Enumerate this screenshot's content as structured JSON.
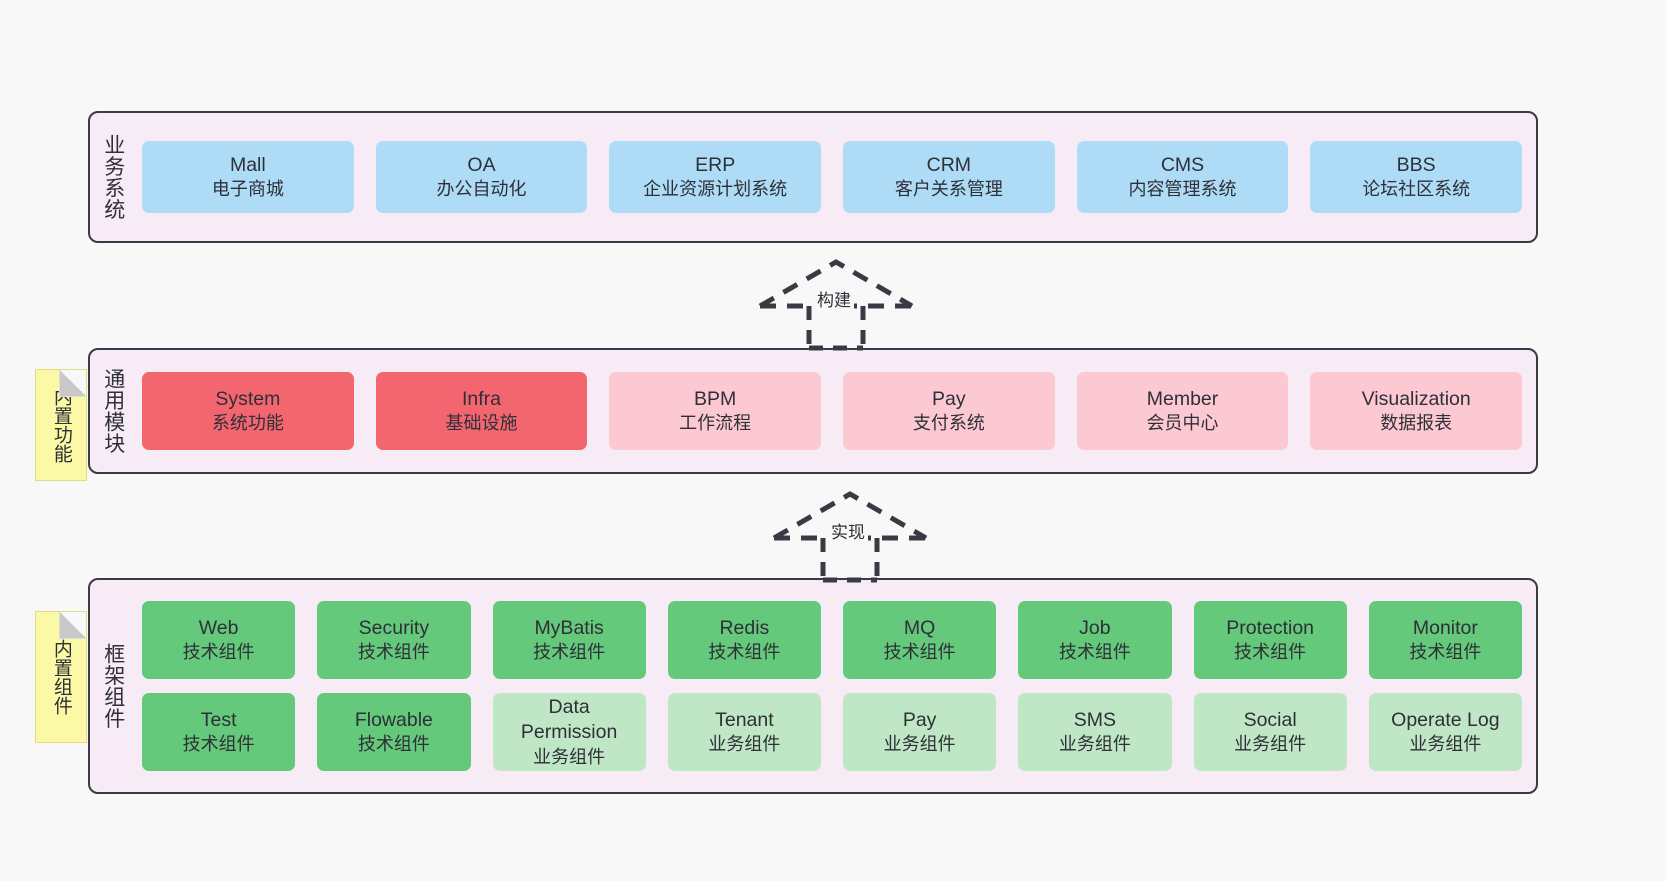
{
  "diagram": {
    "title": "",
    "colors": {
      "canvas_background": "#f8f8f8",
      "panel_background": "#f7ecf6",
      "panel_border": "#3a3a44",
      "business_cell": "#aedcf7",
      "module_core_cell": "#f4666f",
      "module_cell": "#fcc9d2",
      "framework_tech_cell": "#64c97b",
      "framework_biz_cell": "#bfe7c6",
      "sticky_note": "#fbf8a6",
      "text": "#2f2f37"
    }
  },
  "layers": {
    "business": {
      "title": "业务系统",
      "rows": [
        [
          {
            "en": "Mall",
            "cn": "电子商城"
          },
          {
            "en": "OA",
            "cn": "办公自动化"
          },
          {
            "en": "ERP",
            "cn": "企业资源计划系统"
          },
          {
            "en": "CRM",
            "cn": "客户关系管理"
          },
          {
            "en": "CMS",
            "cn": "内容管理系统"
          },
          {
            "en": "BBS",
            "cn": "论坛社区系统"
          }
        ]
      ]
    },
    "modules": {
      "title": "通用模块",
      "rows": [
        [
          {
            "en": "System",
            "cn": "系统功能"
          },
          {
            "en": "Infra",
            "cn": "基础设施"
          },
          {
            "en": "BPM",
            "cn": "工作流程"
          },
          {
            "en": "Pay",
            "cn": "支付系统"
          },
          {
            "en": "Member",
            "cn": "会员中心"
          },
          {
            "en": "Visualization",
            "cn": "数据报表"
          }
        ]
      ]
    },
    "framework": {
      "title": "框架组件",
      "rows": [
        [
          {
            "en": "Web",
            "cn": "技术组件"
          },
          {
            "en": "Security",
            "cn": "技术组件"
          },
          {
            "en": "MyBatis",
            "cn": "技术组件"
          },
          {
            "en": "Redis",
            "cn": "技术组件"
          },
          {
            "en": "MQ",
            "cn": "技术组件"
          },
          {
            "en": "Job",
            "cn": "技术组件"
          },
          {
            "en": "Protection",
            "cn": "技术组件"
          },
          {
            "en": "Monitor",
            "cn": "技术组件"
          }
        ],
        [
          {
            "en": "Test",
            "cn": "技术组件"
          },
          {
            "en": "Flowable",
            "cn": "技术组件"
          },
          {
            "en": "Data Permission",
            "cn": "业务组件"
          },
          {
            "en": "Tenant",
            "cn": "业务组件"
          },
          {
            "en": "Pay",
            "cn": "业务组件"
          },
          {
            "en": "SMS",
            "cn": "业务组件"
          },
          {
            "en": "Social",
            "cn": "业务组件"
          },
          {
            "en": "Operate Log",
            "cn": "业务组件"
          }
        ]
      ]
    }
  },
  "sticky_notes": {
    "builtin_function": "内置功能",
    "builtin_component": "内置组件"
  },
  "connectors": {
    "build": {
      "label": "构建"
    },
    "implement": {
      "label": "实现"
    }
  }
}
